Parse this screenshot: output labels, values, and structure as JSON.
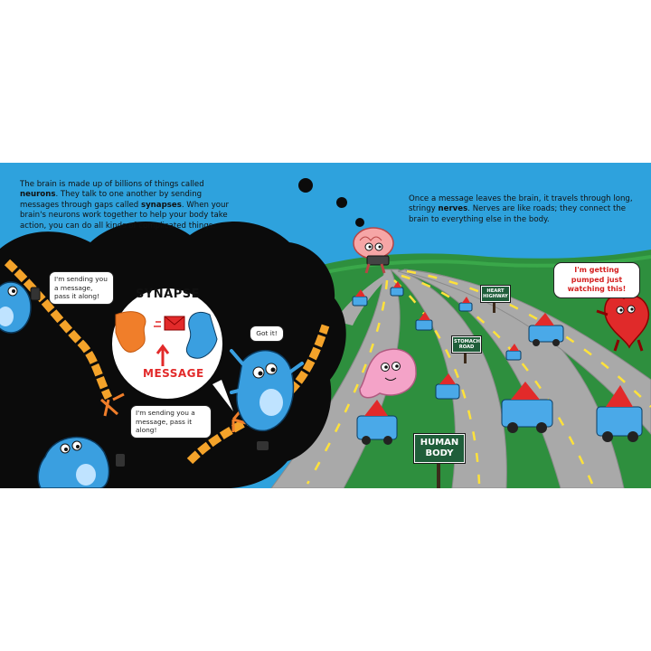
{
  "left_page": {
    "intro_parts": [
      "The brain is made up of billions of things called ",
      "neurons",
      ". They talk to one another by sending messages through gaps called ",
      "synapses",
      ". When your brain's neurons work together to help your body take action, you can do all kinds of complicated things."
    ],
    "speech_top": "I'm sending you a message, pass it along!",
    "speech_right": "Got it!",
    "speech_bottom": "I'm sending you a message, pass it along!",
    "inset_label_top": "SYNAPSE",
    "inset_label_bottom": "MESSAGE"
  },
  "right_page": {
    "intro_parts": [
      "Once a message leaves the brain, it travels through long, stringy ",
      "nerves",
      ". Nerves are like roads; they connect the brain to everything else in the body."
    ],
    "heart_speech": "I'm getting pumped just watching this!",
    "sign_heart_highway": "HEART HIGHWAY",
    "sign_stomach_road": "STOMACH ROAD",
    "sign_human_body": "HUMAN BODY"
  },
  "colors": {
    "sky": "#2ea2dd",
    "grass": "#2e8f3e",
    "road": "#a9a9a9",
    "road_line": "#ffe23a",
    "thought_cloud": "#0b0b0b",
    "neuron": "#3a9fe0",
    "dendrite": "#f07e2a",
    "envelope": "#e22a2a",
    "heart_text": "#d42020"
  }
}
